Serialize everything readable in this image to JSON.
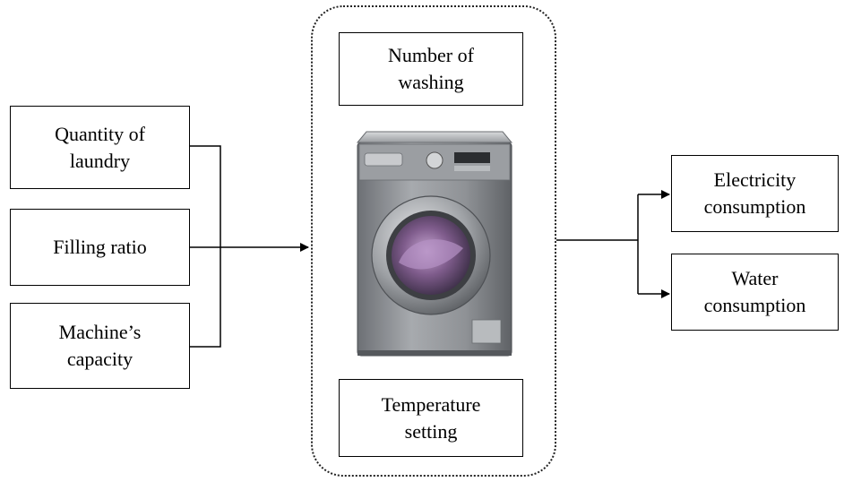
{
  "inputs": {
    "quantity": "Quantity of\nlaundry",
    "filling": "Filling ratio",
    "capacity": "Machine’s\ncapacity"
  },
  "center": {
    "top_label": "Number of\nwashing",
    "bottom_label": "Temperature\nsetting",
    "image": "washing-machine-image"
  },
  "outputs": {
    "electricity": "Electricity\nconsumption",
    "water": "Water\nconsumption"
  },
  "colors": {
    "line": "#000000",
    "machine_body": "#8f9296",
    "door_glass": "#6b4f7a"
  }
}
